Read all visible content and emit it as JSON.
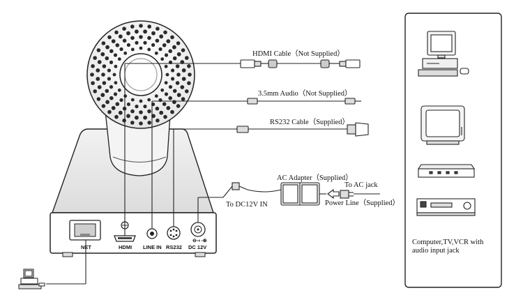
{
  "cables": {
    "hdmi": "HDMI Cable（Not Supplied）",
    "audio": "3.5mm Audio（Not Supplied）",
    "rs232": "RS232 Cable（Supplied）",
    "adapter": "AC Adapter（Supplied）",
    "to_ac_jack": "To AC jack",
    "power_line": "Power Line（Supplied）",
    "to_dc": "To DC12V IN"
  },
  "ports": {
    "net": "NET",
    "hdmi": "HDMI",
    "line_in": "LINE IN",
    "rs232": "RS232",
    "dc": "DC 12V"
  },
  "devices_note": "Computer,TV,VCR with audio input jack"
}
